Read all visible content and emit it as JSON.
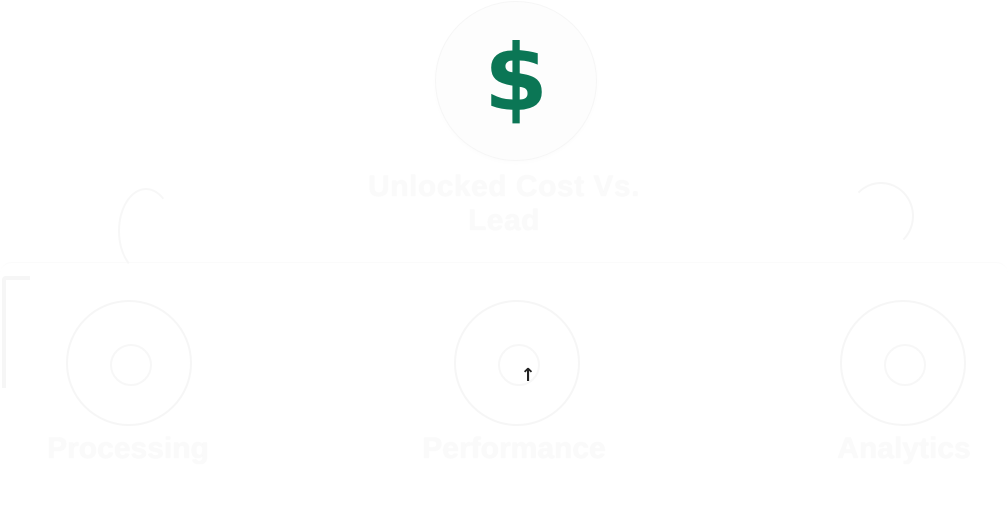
{
  "hero": {
    "icon": "dollar-icon",
    "symbol": "$",
    "title": "Unlocked Cost Vs. Lead",
    "accent_color": "#0b7655"
  },
  "features": [
    {
      "label": "Processing",
      "icon": "ring-icon"
    },
    {
      "label": "Performance",
      "icon": "dollar-circle-icon"
    },
    {
      "label": "Analytics",
      "icon": "chevron-circle-icon"
    }
  ],
  "cursor": {
    "icon": "arrow-up-icon",
    "symbol": "↑"
  }
}
